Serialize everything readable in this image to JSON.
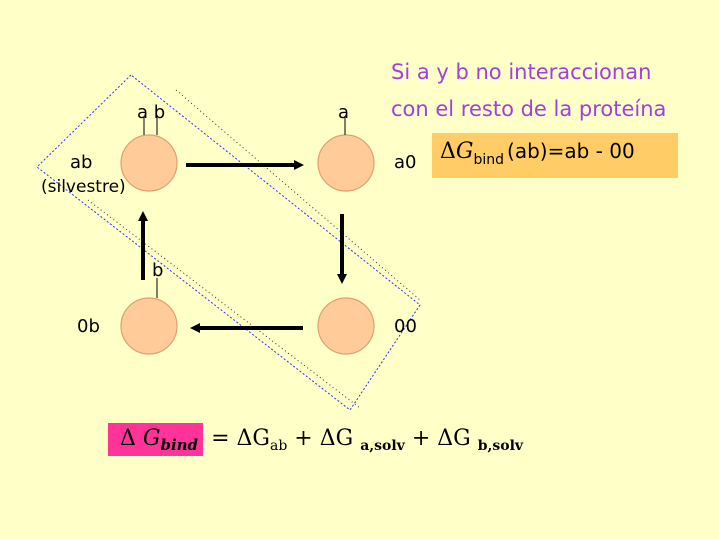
{
  "nodes": {
    "ab": {
      "name": "ab",
      "sub": "(silvestre)",
      "top_label": "a b"
    },
    "a0": {
      "name": "a0",
      "top_label": "a"
    },
    "00": {
      "name": "00"
    },
    "0b": {
      "name": "0b",
      "top_label": "b"
    }
  },
  "note": {
    "line1": "Si a y b no interaccionan",
    "line2": "con el resto de la proteína"
  },
  "box_formula": {
    "delta": "Δ",
    "G": "G",
    "sub": "bind",
    "rest": "(ab)=ab - 00"
  },
  "bottom_formula": {
    "lhs_delta": "Δ",
    "lhs_G": "G",
    "lhs_sub": "bind",
    "eq": "=",
    "t1_G": "ΔG",
    "t1_sub": "ab",
    "plus1": "+",
    "t2_G": "ΔG",
    "t2_sub": "a,solv",
    "plus2": "+",
    "t3_G": "ΔG",
    "t3_sub": "b,solv"
  },
  "colors": {
    "background": "#ffffc8",
    "circle_fill": "#ffcc99",
    "circle_stroke": "#e0a070",
    "note_text": "#a040e0",
    "box_fill": "#ffcc66",
    "pink_fill": "#ff3399",
    "dashed_line": "#3333ff"
  }
}
